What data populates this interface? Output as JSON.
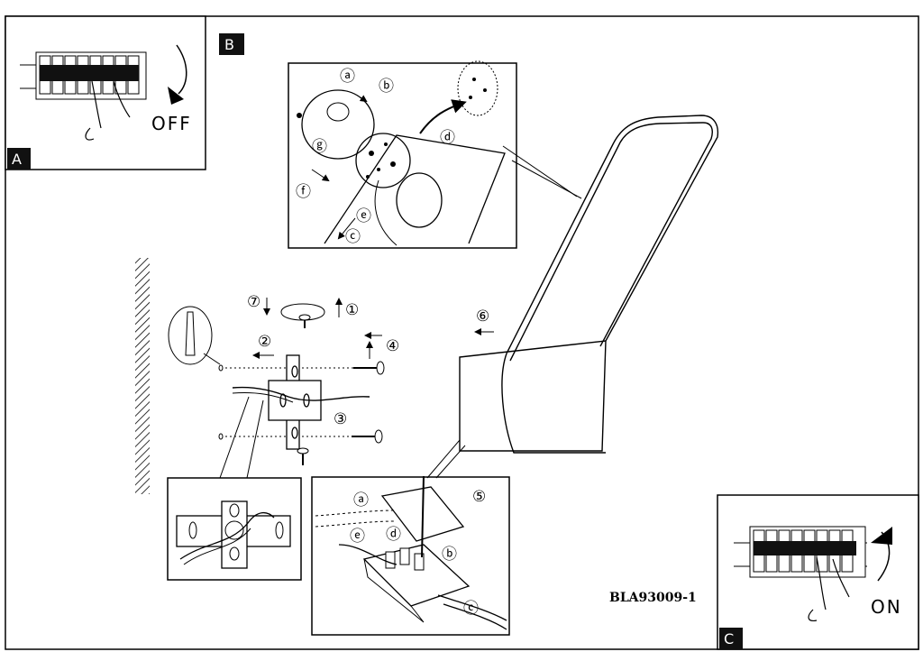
{
  "panels": {
    "a": {
      "tag": "A",
      "power_label": "OFF"
    },
    "b": {
      "tag": "B"
    },
    "c": {
      "tag": "C",
      "power_label": "ON"
    }
  },
  "detail_b_callouts": [
    "ⓐ",
    "ⓑ",
    "ⓒ",
    "ⓓ",
    "ⓔ",
    "ⓕ",
    "ⓖ"
  ],
  "mount_steps": [
    "①",
    "②",
    "③",
    "④",
    "⑤",
    "⑥",
    "⑦"
  ],
  "detail_5_callouts": [
    "ⓐ",
    "ⓑ",
    "ⓒ",
    "ⓓ",
    "ⓔ"
  ],
  "model_code": "BLA93009-1"
}
